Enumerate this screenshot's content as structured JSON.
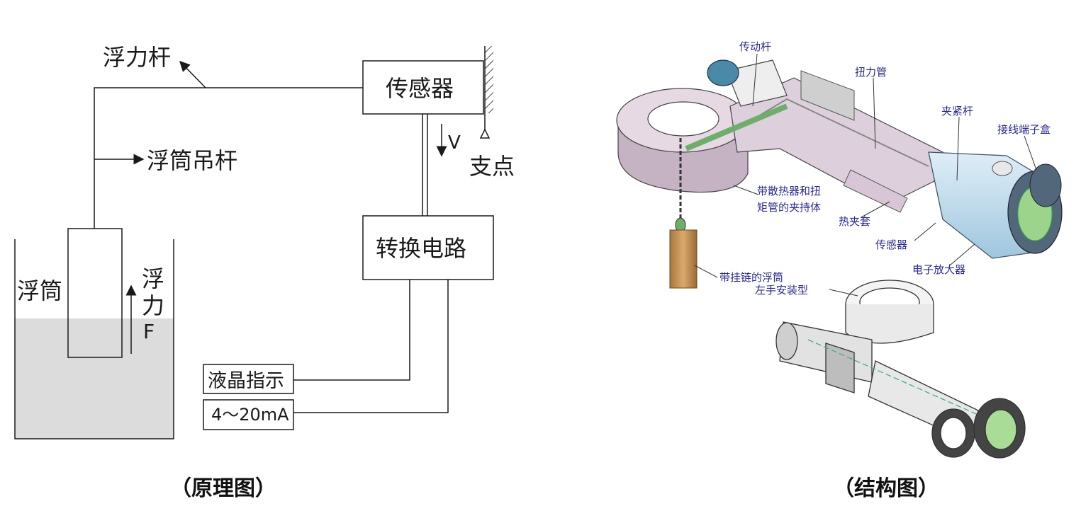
{
  "schematic": {
    "float_rod": "浮力杆",
    "sensor": "传感器",
    "voltage": "V",
    "pivot": "支点",
    "hanger_rod": "浮筒吊杆",
    "displacer": "浮筒",
    "buoyancy_1": "浮",
    "buoyancy_2": "力",
    "buoyancy_3": "F",
    "converter": "转换电路",
    "lcd": "液晶指示",
    "current": "4～20mA",
    "caption": "（原理图）"
  },
  "structure": {
    "labels": {
      "drive_rod": "传动杆",
      "torque_tube": "扭力管",
      "clamp_rod": "夹紧杆",
      "terminal_box": "接线端子盒",
      "holder_1": "带散热器和扭",
      "holder_2": "矩管的夹持体",
      "heat_jacket": "热夹套",
      "sensor": "传感器",
      "amplifier": "电子放大器",
      "chain_float": "带挂链的浮筒",
      "left_hand": "左手安装型"
    },
    "caption": "（结构图）"
  },
  "colors": {
    "line": "#1a1a1a",
    "liquid": "#dcdcdc",
    "housing": "#e6d9e4",
    "housing_dark": "#c5b3c4",
    "blue_box": "#bcd8ea",
    "float": "#c8965a",
    "glass": "#9bd48a",
    "label": "#2a2a8c"
  }
}
